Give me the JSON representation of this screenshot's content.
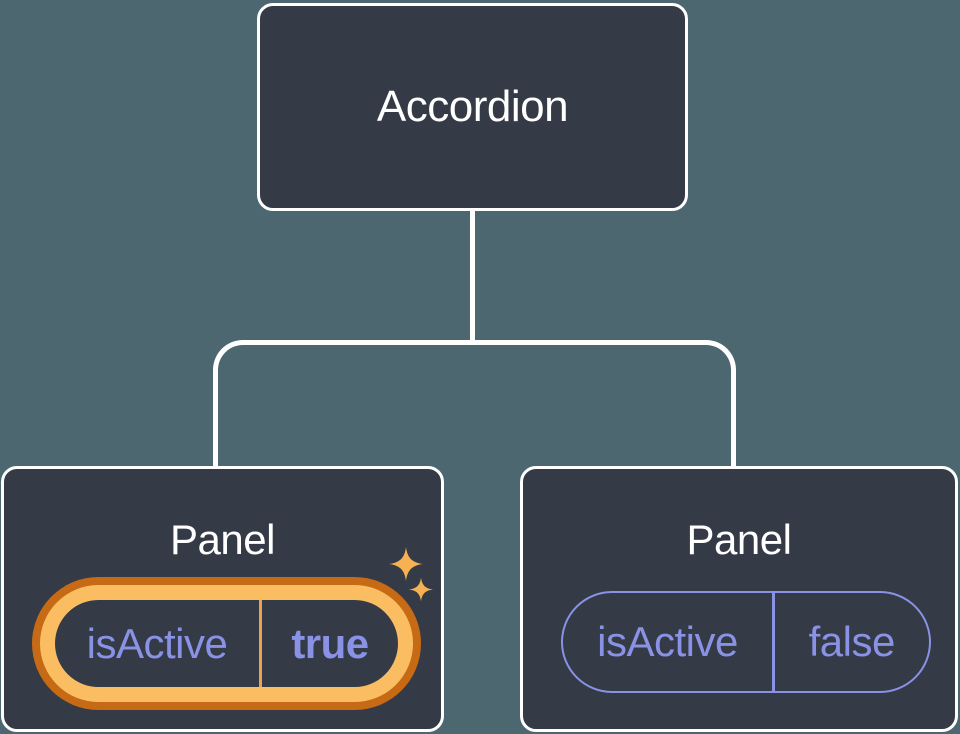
{
  "diagram": {
    "description": "Component tree: Accordion parent with two Panel children and their isActive state",
    "root": {
      "label": "Accordion"
    },
    "panels": [
      {
        "title": "Panel",
        "state": {
          "key": "isActive",
          "value": "true"
        },
        "highlighted": true
      },
      {
        "title": "Panel",
        "state": {
          "key": "isActive",
          "value": "false"
        },
        "highlighted": false
      }
    ],
    "icons": [
      "sparkle-icon-large",
      "sparkle-icon-small"
    ],
    "colors": {
      "background": "#4C6770",
      "node_background": "#343A46",
      "node_border": "#FFFFFF",
      "connector": "#FFFFFF",
      "state_text": "#8A92E5",
      "highlight_ring_outer": "#C76A15",
      "highlight_ring_inner": "#FABD62",
      "highlight_divider": "#ECA34B",
      "sparkle": "#F6B152"
    }
  }
}
